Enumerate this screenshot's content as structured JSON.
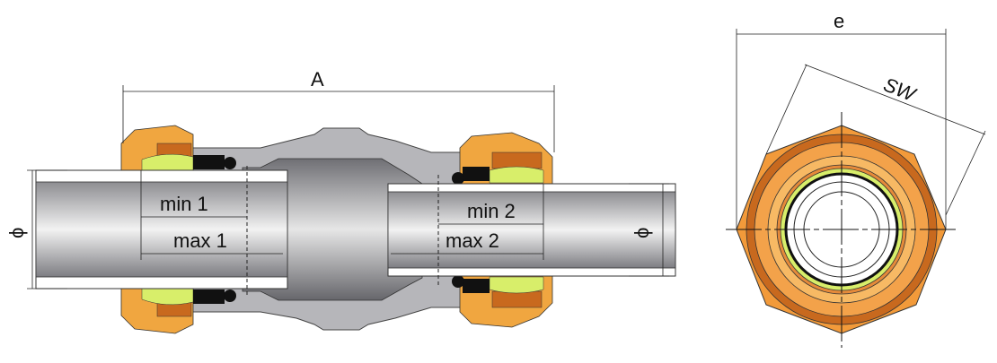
{
  "labels": {
    "length": "A",
    "diameter_left": "ϕ",
    "diameter_right": "ϕ",
    "min_1": "min 1",
    "max_1": "max 1",
    "min_2": "min 2",
    "max_2": "max 2",
    "across_corners": "e",
    "across_flats": "SW"
  },
  "colors": {
    "nut_orange": "#f0a640",
    "nut_dark": "#c8691e",
    "grip_ring": "#d8ee6a",
    "body_gray": "#b4b4b8",
    "pipe_gray": "#a8a8ac",
    "core_dark": "#8a8a8e"
  }
}
